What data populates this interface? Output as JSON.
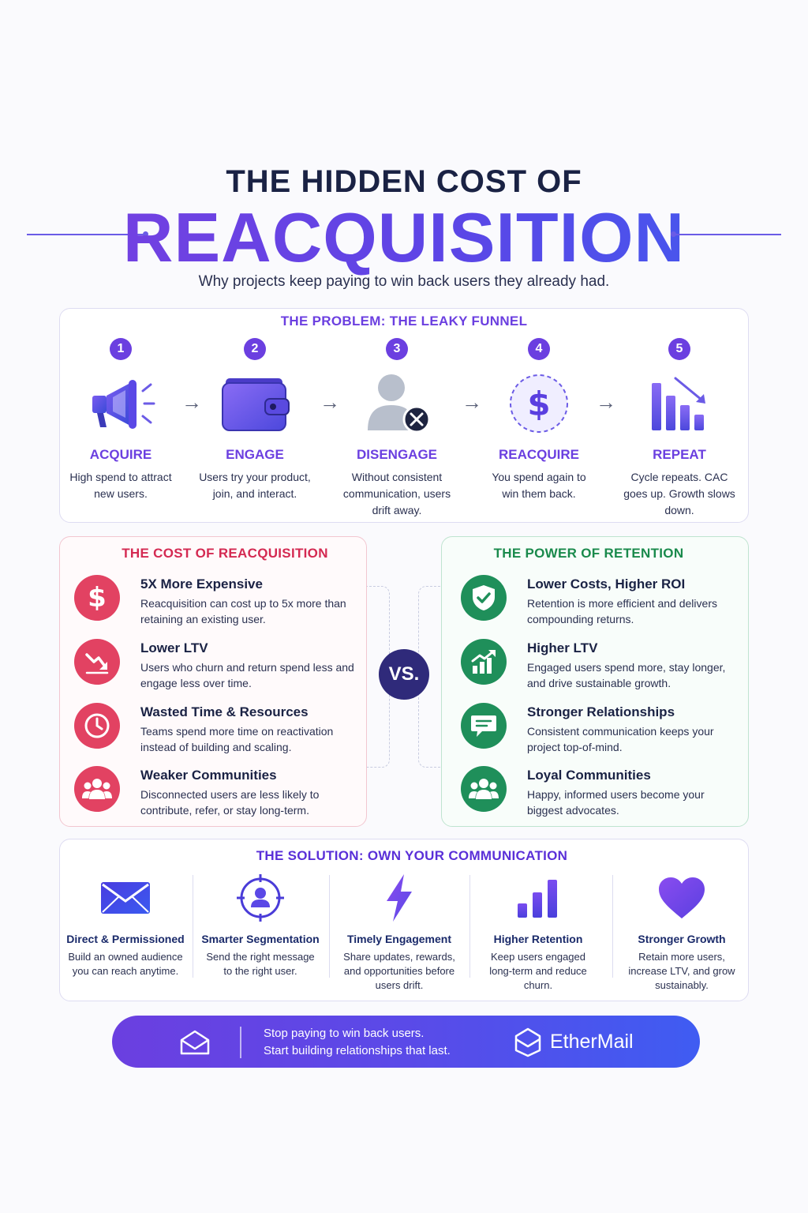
{
  "header": {
    "title_top": "THE HIDDEN COST OF",
    "title_main": "REACQUISITION",
    "subtitle": "Why projects keep paying to win back users they already had."
  },
  "problem": {
    "heading": "THE PROBLEM: THE LEAKY FUNNEL",
    "steps": [
      {
        "num": "1",
        "label": "ACQUIRE",
        "desc": "High spend to attract new users.",
        "icon": "megaphone-icon"
      },
      {
        "num": "2",
        "label": "ENGAGE",
        "desc": "Users try your product, join, and interact.",
        "icon": "wallet-icon"
      },
      {
        "num": "3",
        "label": "DISENGAGE",
        "desc": "Without consistent communication, users drift away.",
        "icon": "user-removed-icon"
      },
      {
        "num": "4",
        "label": "REACQUIRE",
        "desc": "You spend again to win them back.",
        "icon": "dollar-coin-icon"
      },
      {
        "num": "5",
        "label": "REPEAT",
        "desc": "Cycle repeats. CAC goes up. Growth slows down.",
        "icon": "declining-bars-icon"
      }
    ],
    "arrow": "→"
  },
  "cost": {
    "heading": "THE COST OF REACQUISITION",
    "items": [
      {
        "title": "5X More Expensive",
        "desc": "Reacquisition can cost up to 5x more than retaining an existing user.",
        "icon": "dollar-icon"
      },
      {
        "title": "Lower LTV",
        "desc": "Users who churn and return spend less and engage less over time.",
        "icon": "trend-down-icon"
      },
      {
        "title": "Wasted Time & Resources",
        "desc": "Teams spend more time on reactivation instead of building and scaling.",
        "icon": "clock-icon"
      },
      {
        "title": "Weaker Communities",
        "desc": "Disconnected users are less likely to contribute, refer, or stay long-term.",
        "icon": "group-icon"
      }
    ]
  },
  "vs_label": "VS.",
  "retention": {
    "heading": "THE POWER OF RETENTION",
    "items": [
      {
        "title": "Lower Costs, Higher ROI",
        "desc": "Retention is more efficient and delivers compounding returns.",
        "icon": "shield-check-icon"
      },
      {
        "title": "Higher LTV",
        "desc": "Engaged users spend more, stay longer, and drive sustainable growth.",
        "icon": "growth-chart-icon"
      },
      {
        "title": "Stronger Relationships",
        "desc": "Consistent communication keeps your project top-of-mind.",
        "icon": "chat-icon"
      },
      {
        "title": "Loyal Communities",
        "desc": "Happy, informed users become your biggest advocates.",
        "icon": "group-icon"
      }
    ]
  },
  "solution": {
    "heading": "THE SOLUTION: OWN YOUR COMMUNICATION",
    "items": [
      {
        "title": "Direct & Permissioned",
        "desc": "Build an owned audience you can reach anytime.",
        "icon": "envelope-icon"
      },
      {
        "title": "Smarter Segmentation",
        "desc": "Send the right message to the right user.",
        "icon": "target-user-icon"
      },
      {
        "title": "Timely Engagement",
        "desc": "Share updates, rewards, and opportunities before users drift.",
        "icon": "lightning-icon"
      },
      {
        "title": "Higher Retention",
        "desc": "Keep users engaged long-term and reduce churn.",
        "icon": "bar-chart-icon"
      },
      {
        "title": "Stronger Growth",
        "desc": "Retain more users, increase LTV, and grow sustainably.",
        "icon": "heart-icon"
      }
    ]
  },
  "footer": {
    "line1": "Stop paying to win back users.",
    "line2": "Start building relationships that last.",
    "brand": "EtherMail"
  },
  "colors": {
    "primary_purple": "#6b3fe0",
    "cost_red": "#e0385a",
    "retention_green": "#1e8a5a",
    "navy": "#1a2244"
  }
}
